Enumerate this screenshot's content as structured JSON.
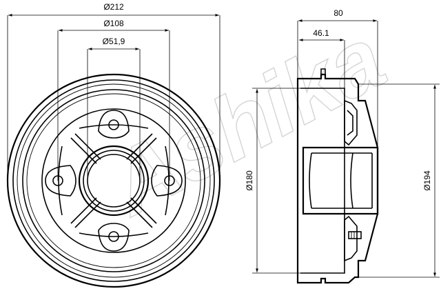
{
  "front_view": {
    "dim_outer": "Ø212",
    "dim_bolt_circle": "Ø108",
    "dim_center_bore": "Ø51,9"
  },
  "side_view": {
    "dim_total_width": "80",
    "dim_hub_offset": "46.1",
    "dim_braking_diameter": "Ø180",
    "dim_outer_diameter": "Ø194"
  },
  "watermark": "Ashika"
}
